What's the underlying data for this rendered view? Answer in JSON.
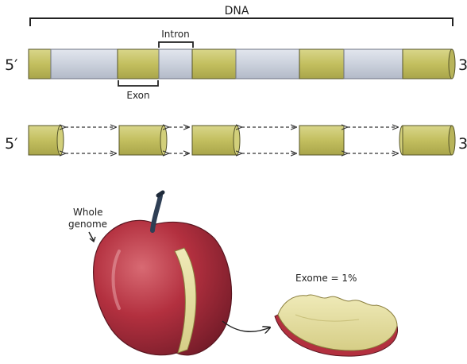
{
  "labels": {
    "dna": "DNA",
    "intron": "Intron",
    "exon": "Exon",
    "five_prime_top": "5′",
    "three_prime_top": "3",
    "five_prime_bottom": "5′",
    "three_prime_bottom": "3",
    "whole_genome_line1": "Whole",
    "whole_genome_line2": "genome",
    "exome": "Exome = 1%"
  },
  "colors": {
    "exon": "#c9c56a",
    "intron": "#cdd2dd",
    "apple": "#b3303f",
    "flesh": "#e6e0a4",
    "stem": "#2f3f55"
  }
}
